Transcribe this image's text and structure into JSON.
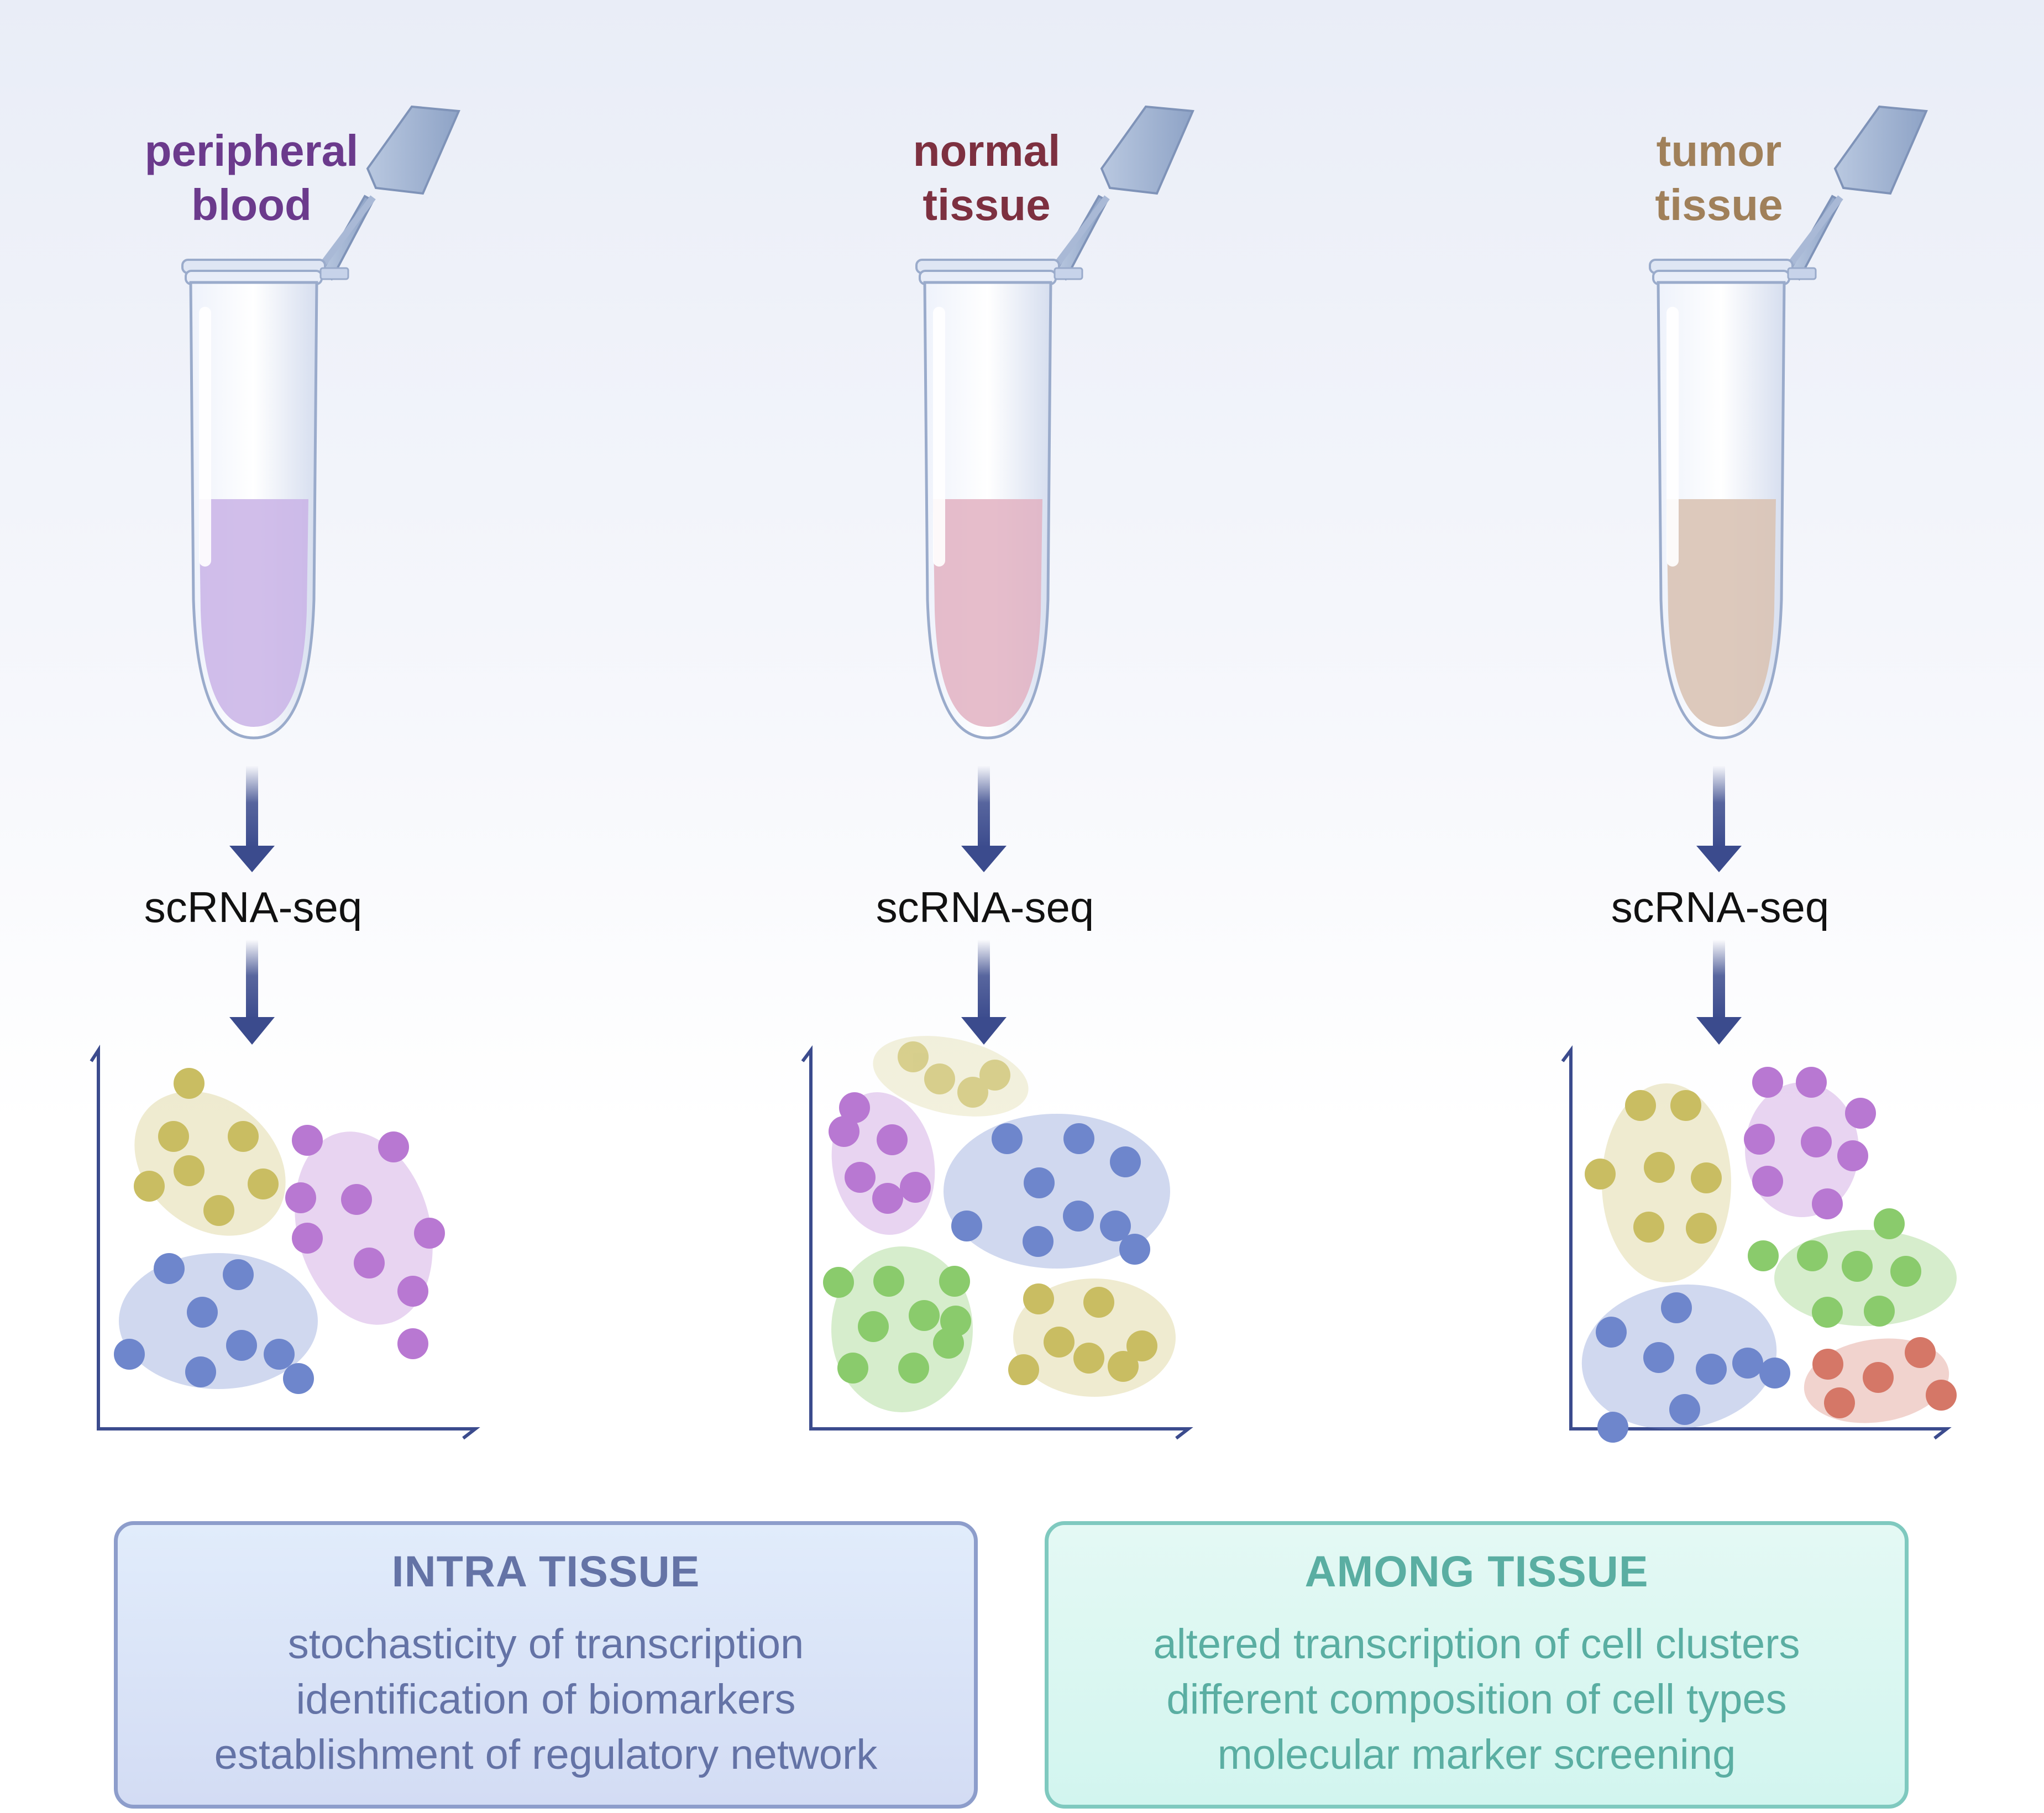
{
  "samples": [
    {
      "title_line1": "peripheral",
      "title_line2": "blood",
      "color": "#6b3a8c",
      "liquid": "#c9b3e6",
      "method": "scRNA-seq"
    },
    {
      "title_line1": "normal",
      "title_line2": "tissue",
      "color": "#7d3040",
      "liquid": "#e2b2c2",
      "method": "scRNA-seq"
    },
    {
      "title_line1": "tumor",
      "title_line2": "tissue",
      "color": "#a0805a",
      "liquid": "#d9c3b5",
      "method": "scRNA-seq"
    }
  ],
  "cluster_colors": {
    "yellow": "#c9bd62",
    "purple": "#b878d2",
    "blue": "#6e86cc",
    "green": "#8acb6c",
    "red": "#d57767"
  },
  "intra_tissue": {
    "title": "INTRA TISSUE",
    "items": [
      "stochasticity of transcription",
      "identification of biomarkers",
      "establishment of regulatory network"
    ]
  },
  "among_tissue": {
    "title": "AMONG TISSUE",
    "items": [
      "altered transcription of cell clusters",
      "different composition of cell types",
      "molecular marker screening"
    ]
  }
}
